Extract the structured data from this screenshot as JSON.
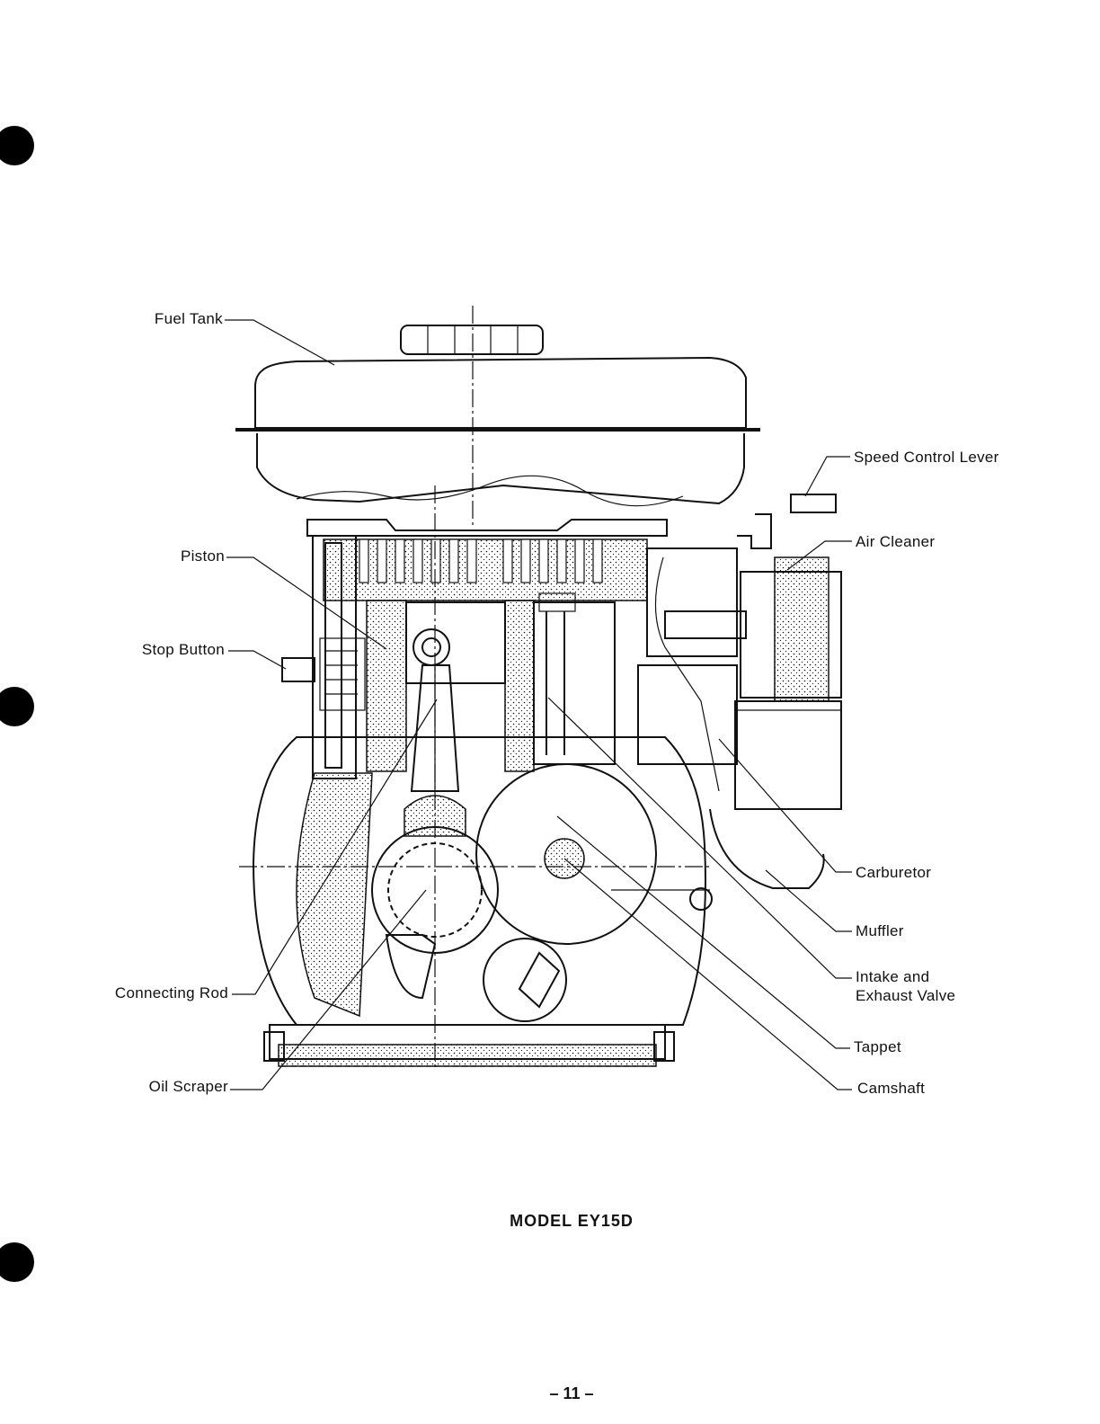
{
  "labels": {
    "fuel_tank": "Fuel Tank",
    "piston": "Piston",
    "stop_button": "Stop Button",
    "connecting_rod": "Connecting Rod",
    "oil_scraper": "Oil Scraper",
    "speed_control_lever": "Speed Control Lever",
    "air_cleaner": "Air Cleaner",
    "carburetor": "Carburetor",
    "muffler": "Muffler",
    "intake_exhaust_valve_line1": "Intake and",
    "intake_exhaust_valve_line2": "Exhaust Valve",
    "tappet": "Tappet",
    "camshaft": "Camshaft"
  },
  "caption": "MODEL EY15D",
  "page_number": "– 11 –"
}
